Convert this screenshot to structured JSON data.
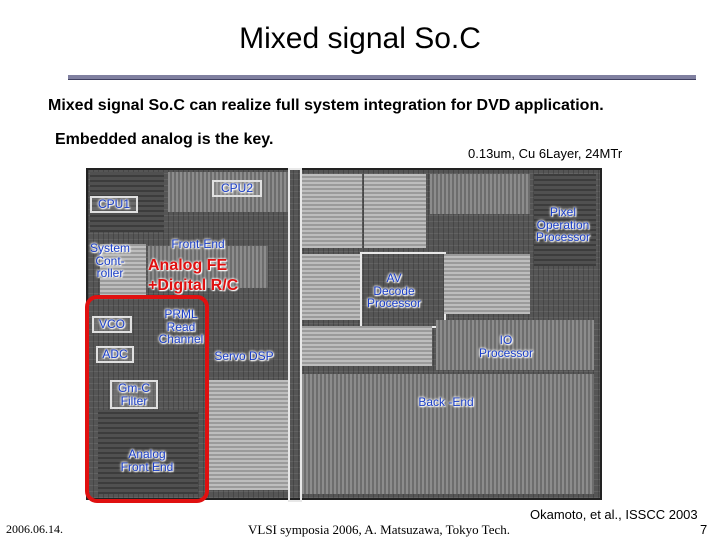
{
  "slide": {
    "title": "Mixed signal So.C",
    "lead": "Mixed signal So.C can realize full system integration for DVD application.",
    "lead2": "Embedded  analog is the key.",
    "spec": "0.13um, Cu 6Layer, 24MTr",
    "reference": "Okamoto, et al., ISSCC 2003",
    "date": "2006.06.14.",
    "footer": "VLSI symposia 2006,  A. Matsuzawa, Tokyo Tech.",
    "page_number": "7"
  },
  "die_labels": {
    "cpu1": "CPU1",
    "cpu2": "CPU2",
    "system_controller": [
      "System",
      "Cont-",
      "roller"
    ],
    "front_end": "Front-End",
    "analog_fe": "Analog FE",
    "digital_rc": "+Digital R/C",
    "vco": "VCO",
    "adc": "ADC",
    "prml": [
      "PRML",
      "Read",
      "Channel"
    ],
    "servo_dsp": "Servo DSP",
    "gmc": [
      "Gm-C",
      "Filter"
    ],
    "analog_front_end": [
      "Analog",
      "Front End"
    ],
    "av_decode": [
      "AV",
      "Decode",
      "Processor"
    ],
    "pixel": [
      "Pixel",
      "Operation",
      "Processor"
    ],
    "io": [
      "IO",
      "Processor"
    ],
    "back_end": "Back -End"
  },
  "colors": {
    "label_blue": "#1a3ec8",
    "highlight_red": "#e01010",
    "title_rule": "#8080a0"
  }
}
